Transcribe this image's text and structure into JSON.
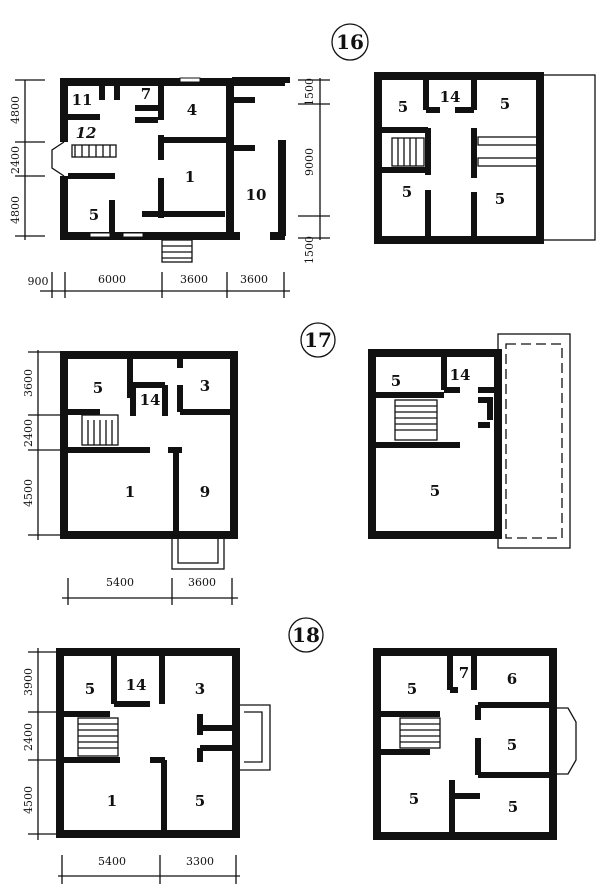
{
  "plans": [
    {
      "number": "16",
      "ground": {
        "rooms": [
          "11",
          "7",
          "4",
          "12",
          "1",
          "10",
          "5"
        ],
        "dims_left": [
          "4800",
          "2400",
          "4800"
        ],
        "dims_right": [
          "1500",
          "9000",
          "1500"
        ],
        "dims_bottom": [
          "900",
          "6000",
          "3600",
          "3600"
        ]
      },
      "upper": {
        "rooms": [
          "5",
          "14",
          "5",
          "5",
          "5"
        ]
      }
    },
    {
      "number": "17",
      "ground": {
        "rooms": [
          "5",
          "14",
          "3",
          "1",
          "9"
        ],
        "dims_left": [
          "3600",
          "2400",
          "4500"
        ],
        "dims_bottom": [
          "5400",
          "3600"
        ]
      },
      "upper": {
        "rooms": [
          "5",
          "14",
          "5"
        ]
      }
    },
    {
      "number": "18",
      "ground": {
        "rooms": [
          "5",
          "14",
          "3",
          "1",
          "5"
        ],
        "dims_left": [
          "3900",
          "2400",
          "4500"
        ],
        "dims_bottom": [
          "5400",
          "3300"
        ]
      },
      "upper": {
        "rooms": [
          "5",
          "7",
          "6",
          "5",
          "5",
          "5"
        ]
      }
    }
  ]
}
